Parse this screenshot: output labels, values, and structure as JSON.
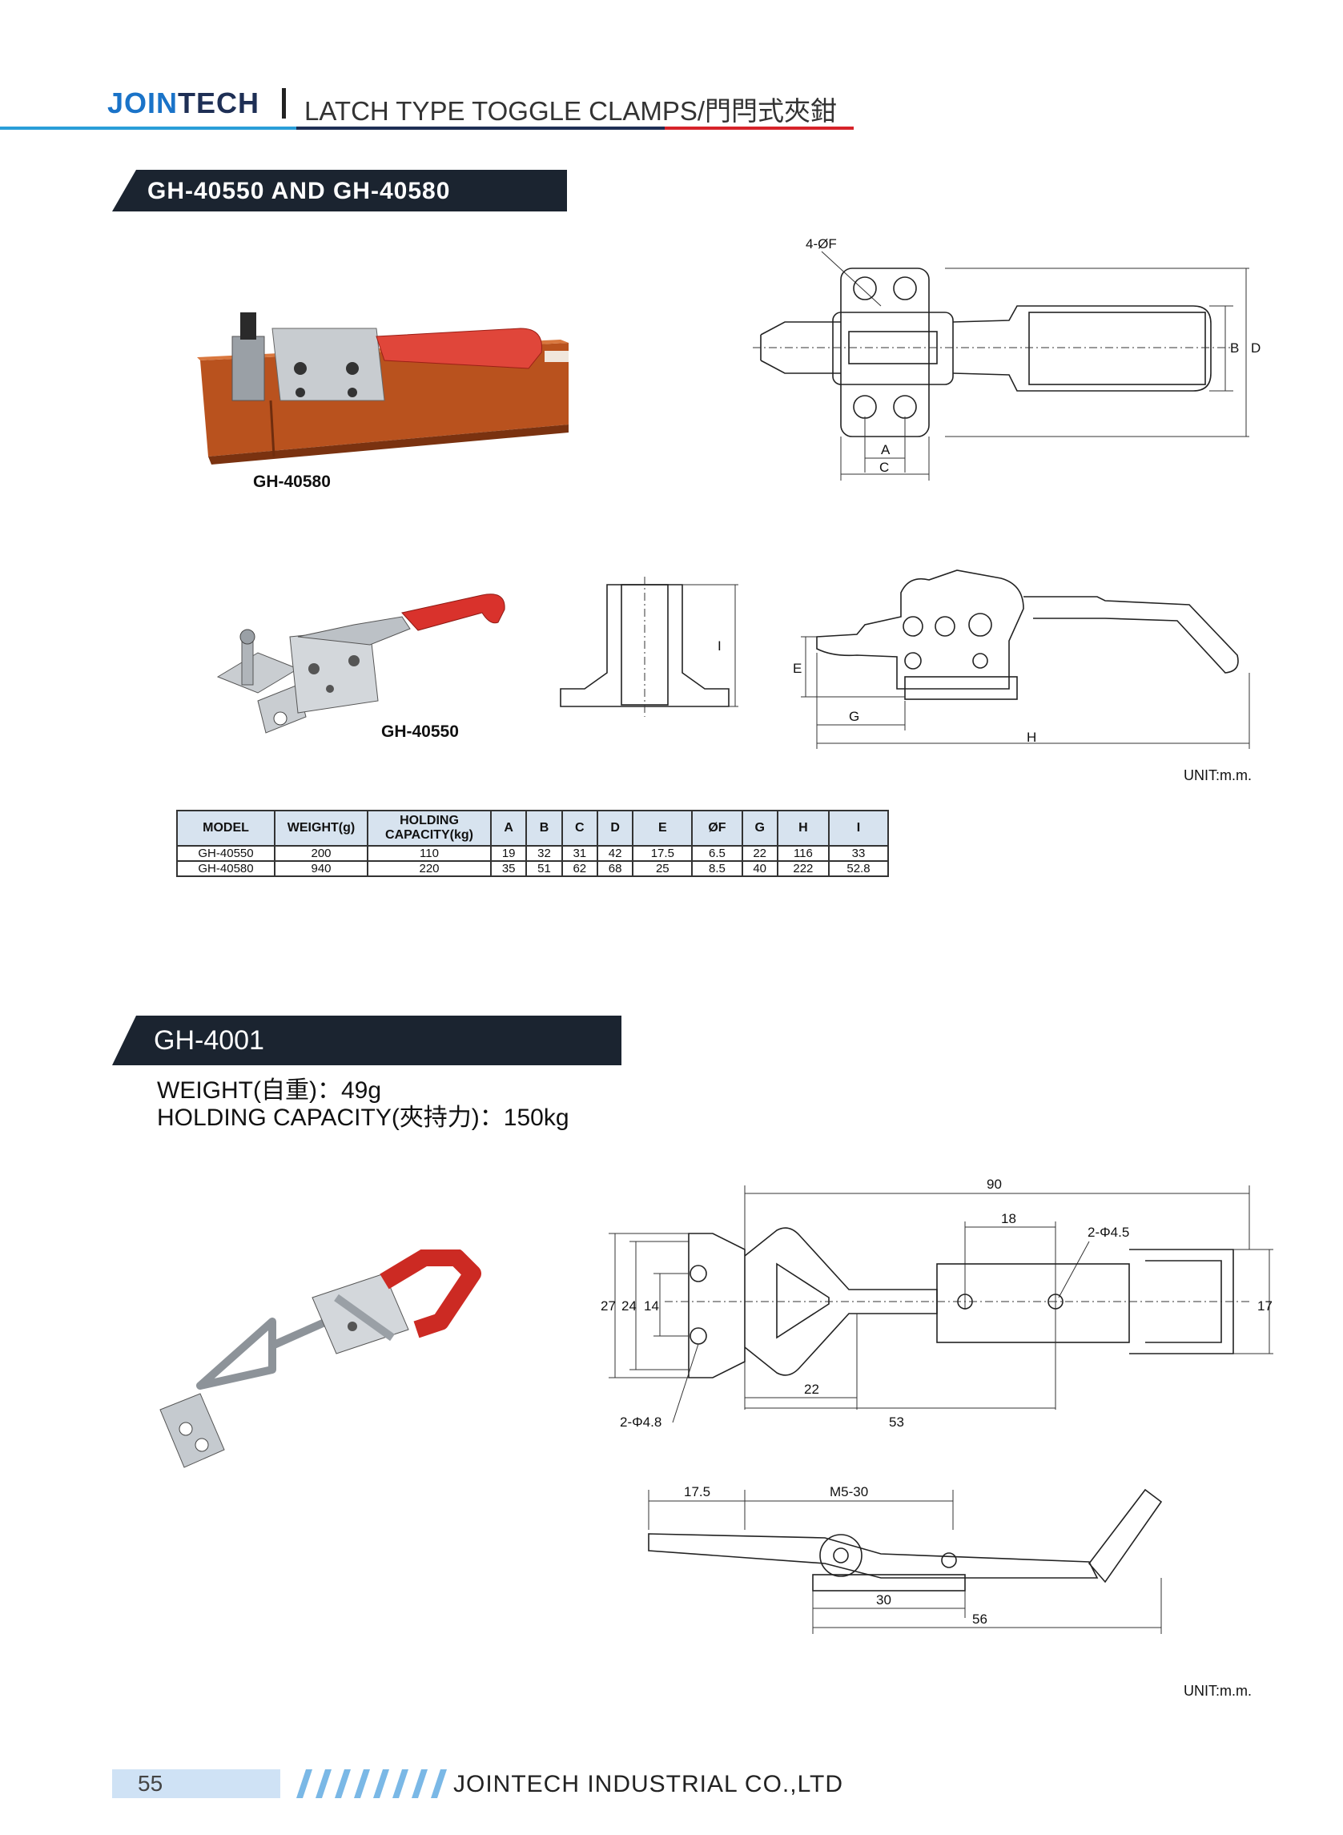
{
  "header": {
    "brand_part1": "JOIN",
    "brand_part2": "TECH",
    "title": "LATCH TYPE TOGGLE CLAMPS/門閂式夾鉗",
    "colors": {
      "brand_blue": "#1a73c8",
      "brand_navy": "#1e2f55",
      "rule_red": "#d6232a",
      "banner": "#1b2430"
    }
  },
  "section1": {
    "title": "GH-40550 AND GH-40580",
    "photo_caption_1": "GH-40580",
    "photo_caption_2": "GH-40550",
    "drawing_labels": {
      "f": "4-ØF",
      "a": "A",
      "b": "B",
      "c": "C",
      "d": "D",
      "e": "E",
      "g": "G",
      "h": "H",
      "i": "I"
    },
    "unit": "UNIT:m.m.",
    "table": {
      "headers": [
        "MODEL",
        "WEIGHT(g)",
        "HOLDING CAPACITY(kg)",
        "A",
        "B",
        "C",
        "D",
        "E",
        "ØF",
        "G",
        "H",
        "I"
      ],
      "rows": [
        [
          "GH-40550",
          "200",
          "110",
          "19",
          "32",
          "31",
          "42",
          "17.5",
          "6.5",
          "22",
          "116",
          "33"
        ],
        [
          "GH-40580",
          "940",
          "220",
          "35",
          "51",
          "62",
          "68",
          "25",
          "8.5",
          "40",
          "222",
          "52.8"
        ]
      ]
    }
  },
  "section2": {
    "title": "GH-4001",
    "weight": "WEIGHT(自重)：49g",
    "holding_capacity": "HOLDING CAPACITY(夾持力)：150kg",
    "drawing_labels": {
      "d90": "90",
      "d18": "18",
      "hole_right": "2-Φ4.5",
      "d27": "27",
      "d24": "24",
      "d14": "14",
      "d17": "17",
      "d22": "22",
      "d53": "53",
      "hole_left": "2-Φ4.8",
      "d17_5": "17.5",
      "m5": "M5-30",
      "d30": "30",
      "d56": "56"
    },
    "unit": "UNIT:m.m."
  },
  "footer": {
    "page_number": "55",
    "company": "JOINTECH INDUSTRIAL CO.,LTD"
  }
}
